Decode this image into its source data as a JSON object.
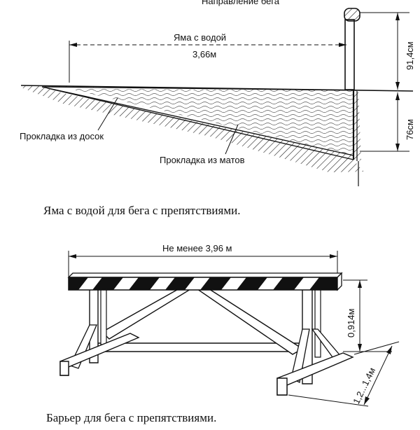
{
  "top_diagram": {
    "direction_label": "Направление бега",
    "pit_label": "Яма с водой",
    "pit_length": "3,66м",
    "barrier_height": "91,4см",
    "pit_depth": "76см",
    "boards_label": "Прокладка из досок",
    "mats_label": "Прокладка из матов",
    "caption": "Яма с водой для бега с препятствиями."
  },
  "bottom_diagram": {
    "width_label": "Не менее 3,96 м",
    "height_label": "0,914м",
    "base_label": "1,2...1,4м",
    "caption": "Барьер для бега с препятствиями."
  }
}
